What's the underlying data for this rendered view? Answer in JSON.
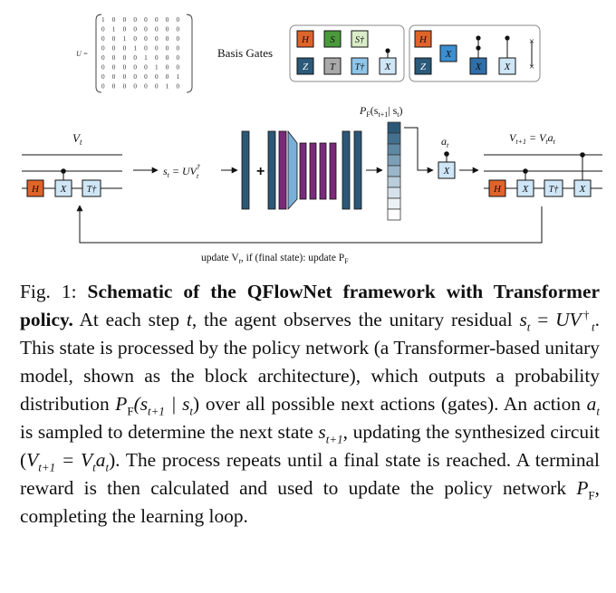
{
  "figure": {
    "matrix": {
      "label": "U =",
      "rows": [
        "1 0 0 0 0 0 0 0",
        "0 1 0 0 0 0 0 0",
        "0 0 1 0 0 0 0 0",
        "0 0 0 1 0 0 0 0",
        "0 0 0 0 1 0 0 0",
        "0 0 0 0 0 1 0 0",
        "0 0 0 0 0 0 0 1",
        "0 0 0 0 0 0 1 0"
      ]
    },
    "basis_gates": {
      "title": "Basis Gates",
      "single": [
        "H",
        "S",
        "S†",
        "Z",
        "T",
        "T†",
        "X"
      ],
      "two": [
        "H",
        "X",
        "Z",
        "X",
        "X",
        "×",
        "×"
      ]
    },
    "circuit_left": {
      "label": "V",
      "label_sub": "t",
      "gates": [
        "H",
        "X",
        "T†"
      ]
    },
    "state": {
      "lhs": "s",
      "lhs_sub": "t",
      "eq": "= UV",
      "sup": "†",
      "sub": "t"
    },
    "plus": "+",
    "policy_label": "P",
    "policy_label_sub": "F",
    "policy_label_arg": "(s",
    "policy_label_arg_sub": "t+1",
    "policy_label_cond": "| s",
    "policy_label_cond_sub": "t",
    "policy_label_close": ")",
    "action": {
      "label": "a",
      "label_sub": "t",
      "gate": "X"
    },
    "circuit_right": {
      "label": "V",
      "label_sub": "t+1",
      "label_eq": "= V",
      "label_eq_sub": "t",
      "label_eq_tail": "a",
      "label_eq_tail_sub": "t",
      "gates": [
        "H",
        "X",
        "T†",
        "X"
      ]
    },
    "feedback": {
      "text1": "update V",
      "text1_sub": "t",
      "text2": ",    if (final state): update P",
      "text2_sub": "F"
    },
    "colors": {
      "h_gate": "#e0632a",
      "s_gate": "#4a9a3c",
      "s_dag_gate": "#d9edc8",
      "z_gate": "#2b5a7a",
      "t_gate": "#a9a9a9",
      "t_dag_gate": "#8fc6ea",
      "x_gate_light": "#cfe6f7",
      "x_gate_mid": "#3b8fd1",
      "x_gate_dark": "#2f6fa8",
      "embed_bar": "#2b5877",
      "transformer_bar": "#7a2a7a",
      "funnel": "#7ab0d8"
    }
  },
  "caption": {
    "fig_label": "Fig. 1:",
    "bold_title": "Schematic of the QFlowNet framework with Transformer policy.",
    "s1": "At each step",
    "t": "t",
    "s2": ", the agent observes the unitary residual",
    "st": "s",
    "st_sub": "t",
    "eq": "=",
    "uvt": "UV",
    "uvt_sup": "†",
    "uvt_sub": "t",
    "s3": ". This state is processed by the policy network (a Transformer-based unitary model, shown as the block architecture), which outputs a probability distribution",
    "pf": "P",
    "pf_sub": "F",
    "pf_arg": "(s",
    "pf_arg_sub": "t+1",
    "pf_cond": " | s",
    "pf_cond_sub": "t",
    "pf_close": ")",
    "s4": "over all possible next actions (gates). An action",
    "at": "a",
    "at_sub": "t",
    "s5": "is sampled to determine the next state",
    "st1": "s",
    "st1_sub": "t+1",
    "s6": ", updating the synthesized circuit (",
    "vt1": "V",
    "vt1_sub": "t+1",
    "vt1_eq": " = V",
    "vt1_eq_sub": "t",
    "vt1_a": "a",
    "vt1_a_sub": "t",
    "s7": "). The process repeats until a final state is reached. A terminal reward is then calculated and used to update the policy network",
    "pf2": "P",
    "pf2_sub": "F",
    "s8": ", completing the learning loop."
  }
}
